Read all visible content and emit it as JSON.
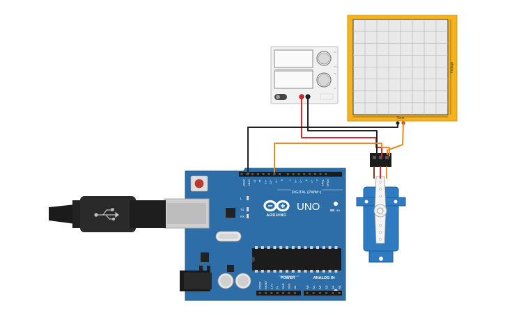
{
  "board": {
    "brand_logo_text": "ARDUINO",
    "model_label": "UNO",
    "on_label": "ON",
    "digital_header_label": "DIGITAL (PWM~)",
    "digital_pins": [
      "AREF",
      "GND",
      "13",
      "12",
      "~11",
      "~10",
      "~9",
      "8",
      "7",
      "~6",
      "~5",
      "4",
      "~3",
      "2",
      "TX▸1",
      "RX◂0"
    ],
    "led_labels": [
      "L",
      "TX",
      "RX"
    ],
    "power_header_label": "POWER",
    "power_pins": [
      "IOREF",
      "RESET",
      "3.3V",
      "5V",
      "GND",
      "GND",
      "Vin"
    ],
    "analog_header_label": "ANALOG IN",
    "analog_pins": [
      "A0",
      "A1",
      "A2",
      "A3",
      "A4",
      "A5"
    ]
  },
  "power_supply": {
    "knob_marks": [
      "0V",
      "30V",
      "0A",
      "5A"
    ]
  },
  "oscilloscope": {
    "x_axis_label": "Time",
    "y_axis_label": "Voltage"
  },
  "wire_colors": {
    "red": "#e0252b",
    "black": "#222222",
    "orange": "#ee8a1e",
    "brown": "#7a3a15"
  },
  "colors": {
    "board_blue": "#2d6ea8",
    "scope_frame": "#f5b21b",
    "servo_blue": "#2e7bc2"
  }
}
